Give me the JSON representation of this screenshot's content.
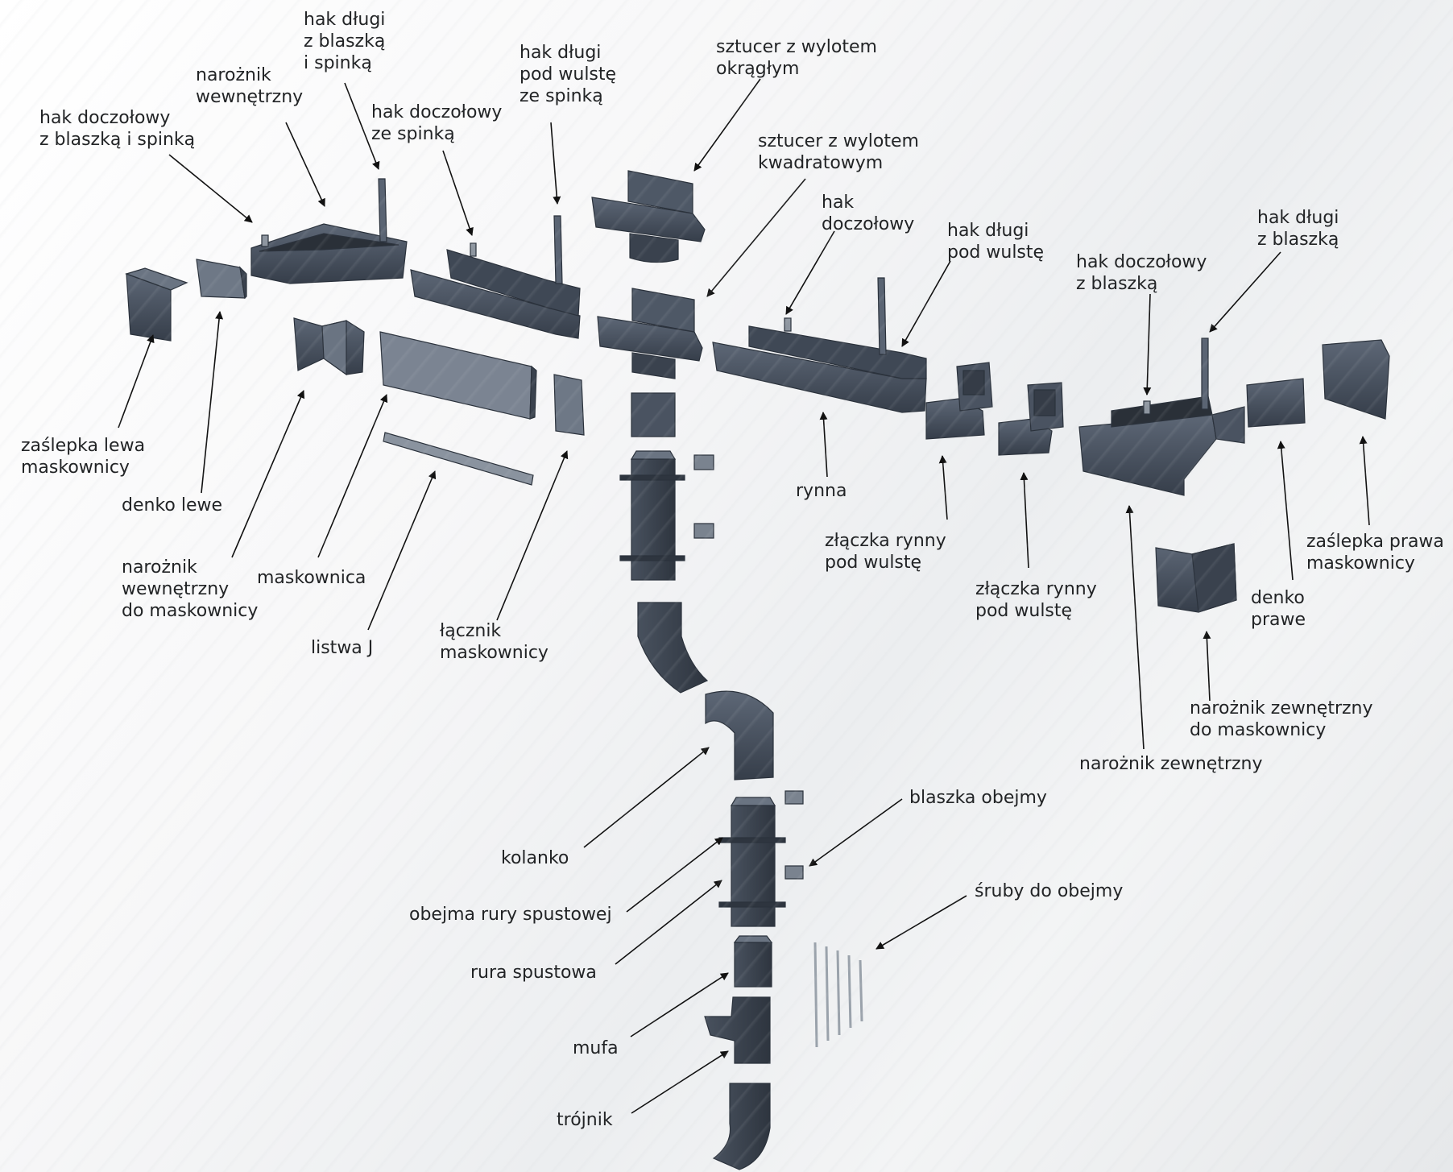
{
  "colors": {
    "part_fill": "#3d4654",
    "part_light": "#5a6473",
    "part_edge": "#2b323c",
    "bracket": "#8e96a0",
    "arrow": "#111111",
    "text": "#222426"
  },
  "labels": {
    "hak_dlugi_blaszka_spinka": "hak długi\nz blaszką\ni spinką",
    "naroznik_wewnetrzny": "narożnik\nwewnętrzny",
    "hak_doczolowy_blaszka_spinka": "hak doczołowy\nz blaszką i spinką",
    "hak_doczolowy_spinka": "hak doczołowy\nze spinką",
    "hak_dlugi_wulste_spinka": "hak długi\npod wulstę\nze spinką",
    "sztucer_okragly": "sztucer z wylotem\nokrągłym",
    "sztucer_kwadratowy": "sztucer z wylotem\nkwadratowym",
    "hak_doczolowy": "hak\ndoczołowy",
    "hak_dlugi_wulste": "hak długi\npod wulstę",
    "hak_dlugi_blaszka": "hak długi\nz blaszką",
    "hak_doczolowy_blaszka": "hak doczołowy\nz blaszką",
    "zaslepka_lewa": "zaślepka lewa\nmaskownicy",
    "denko_lewe": "denko lewe",
    "naroznik_wewn_mask": "narożnik\nwewnętrzny\ndo maskownicy",
    "maskownica": "maskownica",
    "listwa_j": "listwa J",
    "lacznik_mask": "łącznik\nmaskownicy",
    "rynna": "rynna",
    "zlaczka_1": "złączka rynny\npod wulstę",
    "zlaczka_2": "złączka rynny\npod wulstę",
    "zaslepka_prawa": "zaślepka prawa\nmaskownicy",
    "denko_prawe": "denko\nprawe",
    "naroznik_zewn_mask": "narożnik zewnętrzny\ndo maskownicy",
    "naroznik_zewnetrzny": "narożnik zewnętrzny",
    "blaszka_obejmy": "blaszka obejmy",
    "kolanko": "kolanko",
    "obejma_rury": "obejma rury spustowej",
    "sruby_obejmy": "śruby do obejmy",
    "rura_spustowa": "rura spustowa",
    "mufa": "mufa",
    "trojnik": "trójnik"
  }
}
